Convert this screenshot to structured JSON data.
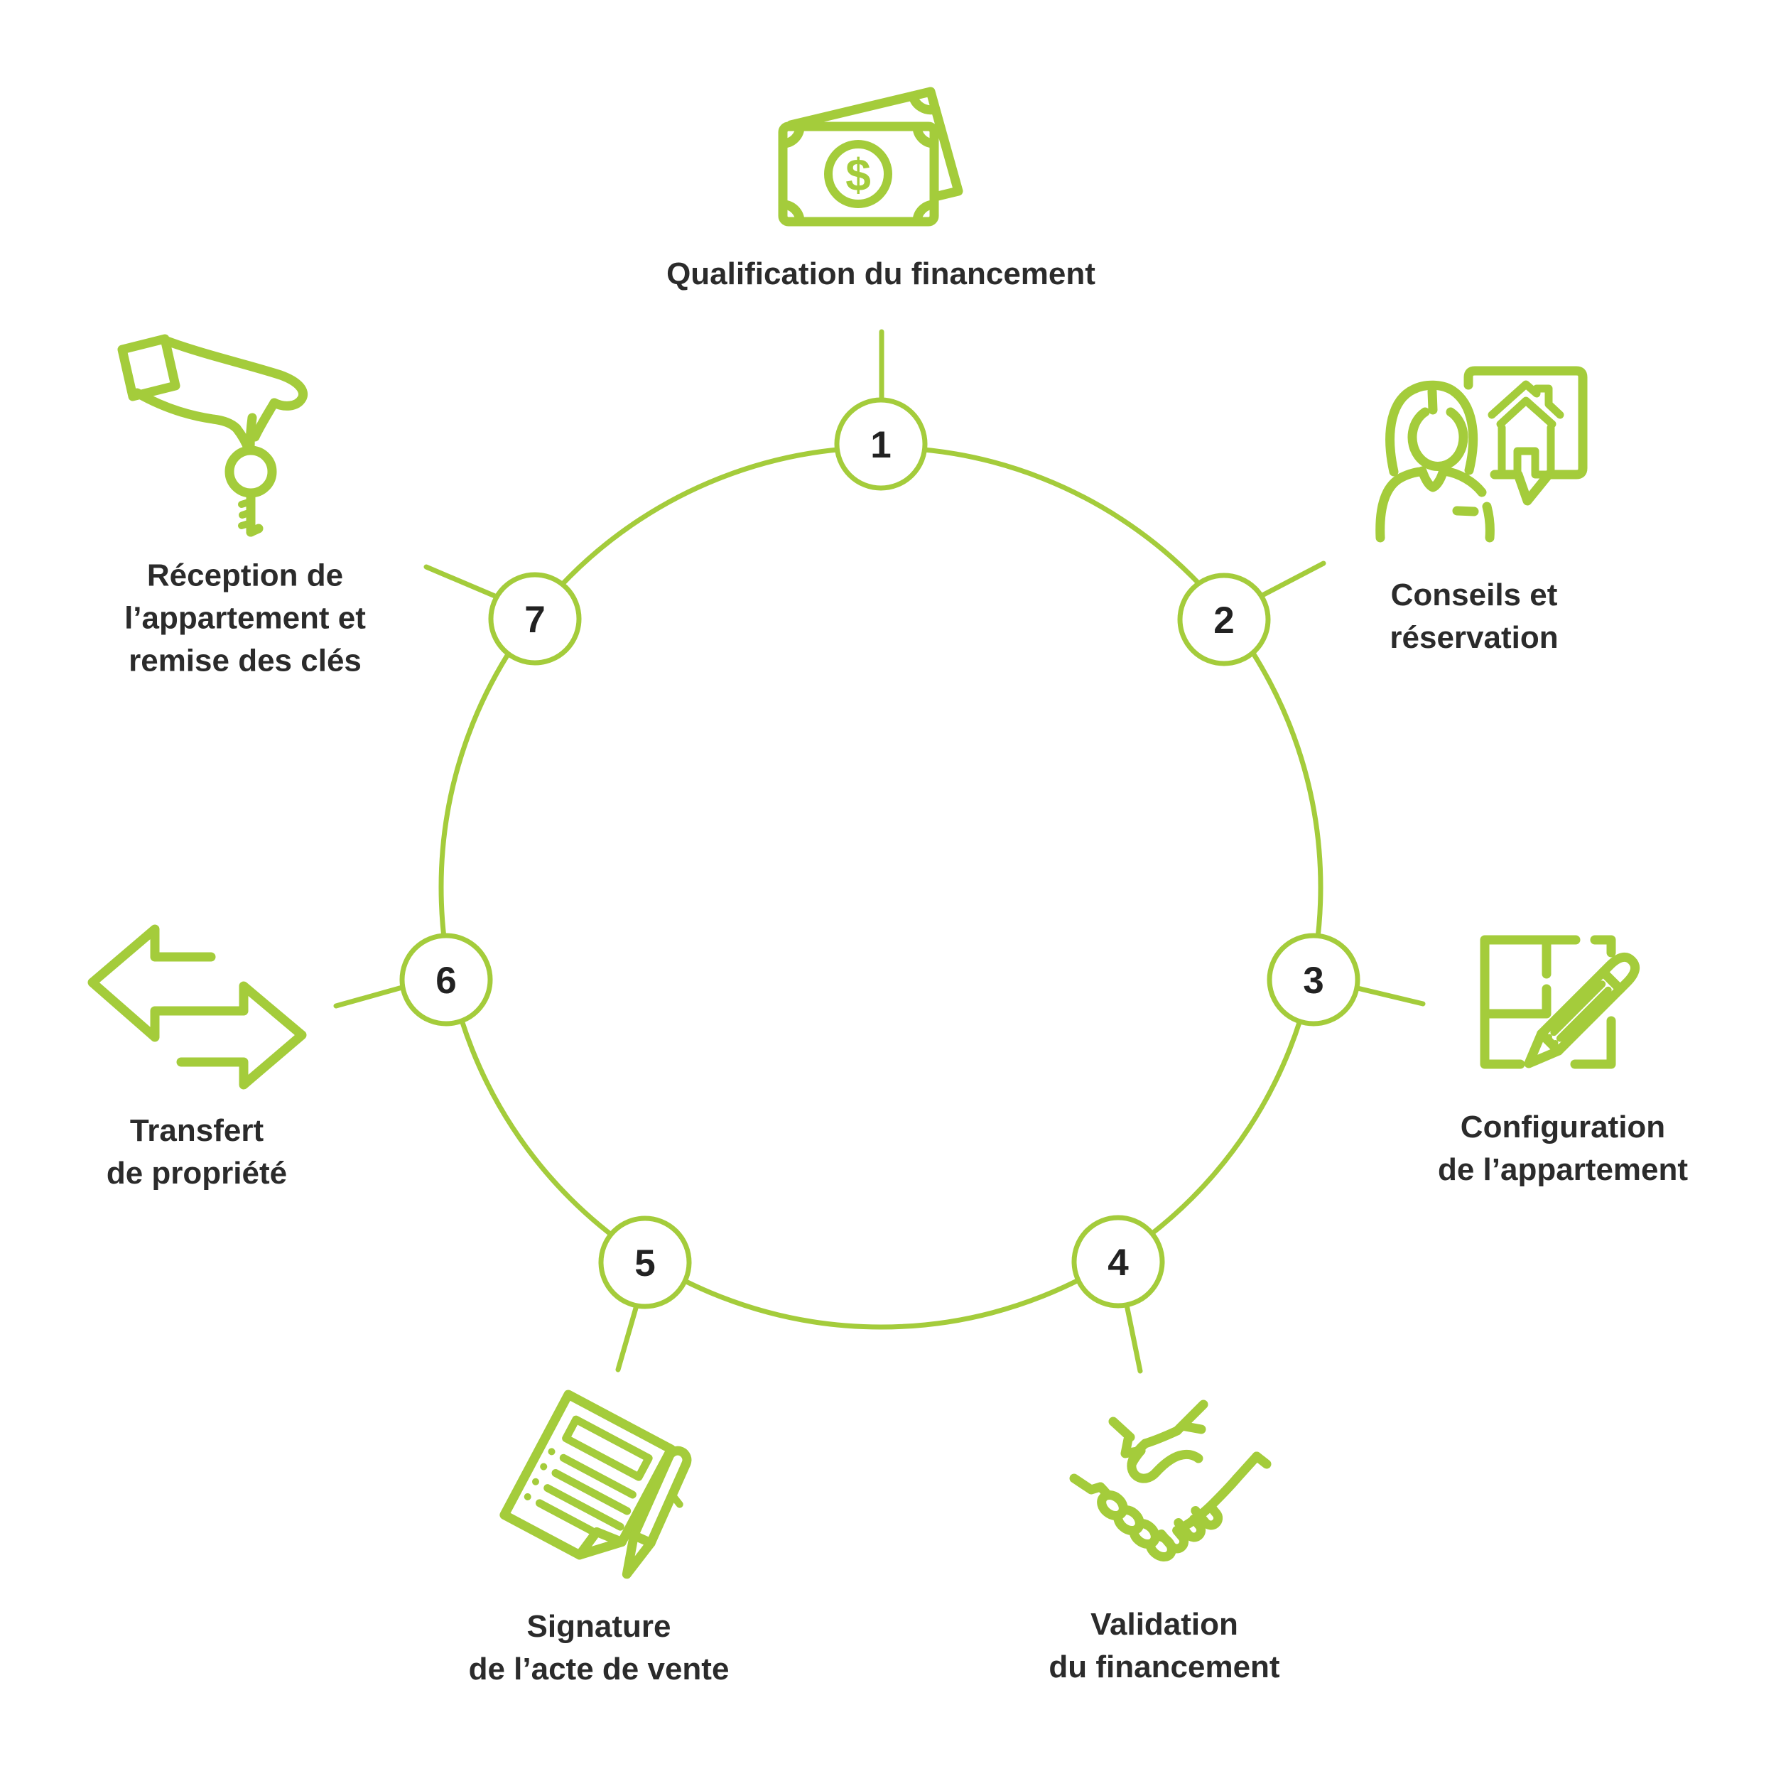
{
  "diagram": {
    "title": "",
    "background_color": "#ffffff",
    "accent_color": "#a4cc3b",
    "text_color": "#2b2b2b",
    "currency_symbol": "$",
    "steps": [
      {
        "number": "1",
        "label": "Qualification du financement",
        "icon": "banknote-icon"
      },
      {
        "number": "2",
        "label": "Conseils et\nréservation",
        "icon": "advisor-speech-bubble-house-icon"
      },
      {
        "number": "3",
        "label": "Configuration\nde l’appartement",
        "icon": "floor-plan-pencil-icon"
      },
      {
        "number": "4",
        "label": "Validation\ndu financement",
        "icon": "handshake-icon"
      },
      {
        "number": "5",
        "label": "Signature\nde l’acte de vente",
        "icon": "document-pen-icon"
      },
      {
        "number": "6",
        "label": "Transfert\nde propriété",
        "icon": "transfer-arrows-icon"
      },
      {
        "number": "7",
        "label": "Réception de\nl’appartement et\nremise des clés",
        "icon": "hand-keys-icon"
      }
    ]
  }
}
